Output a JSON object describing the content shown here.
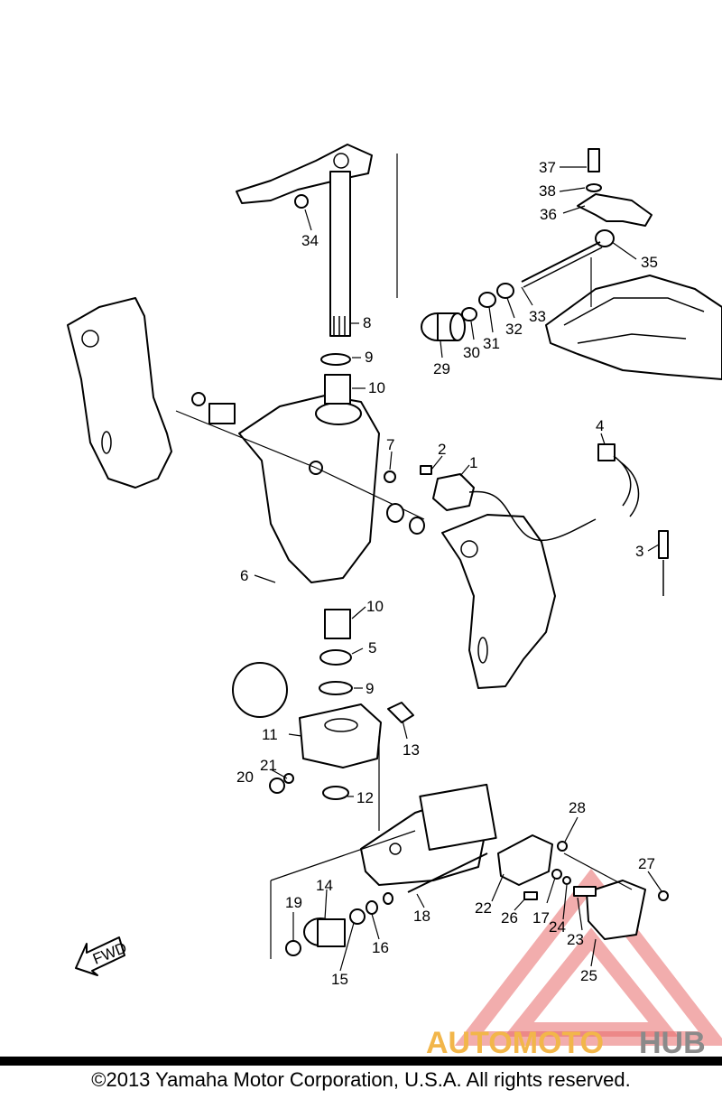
{
  "parts": {
    "p1": "1",
    "p2": "2",
    "p3": "3",
    "p4": "4",
    "p5": "5",
    "p6": "6",
    "p7": "7",
    "p8": "8",
    "p9a": "9",
    "p9b": "9",
    "p10a": "10",
    "p10b": "10",
    "p11": "11",
    "p12": "12",
    "p13": "13",
    "p14": "14",
    "p15": "15",
    "p16": "16",
    "p17": "17",
    "p18": "18",
    "p19": "19",
    "p20": "20",
    "p21": "21",
    "p22": "22",
    "p23": "23",
    "p24": "24",
    "p25": "25",
    "p26": "26",
    "p27": "27",
    "p28": "28",
    "p29": "29",
    "p30": "30",
    "p31": "31",
    "p32": "32",
    "p33": "33",
    "p34": "34",
    "p35": "35",
    "p36": "36",
    "p37": "37",
    "p38": "38"
  },
  "fwd_label": "FWD",
  "watermark": {
    "auto": "AUTOMOTO",
    "hub": "HUB",
    "color_red": "#e86a6a",
    "color_orange": "#f2b64a"
  },
  "footer": {
    "copyright": "©2013 Yamaha Motor Corporation, U.S.A. All rights reserved."
  }
}
